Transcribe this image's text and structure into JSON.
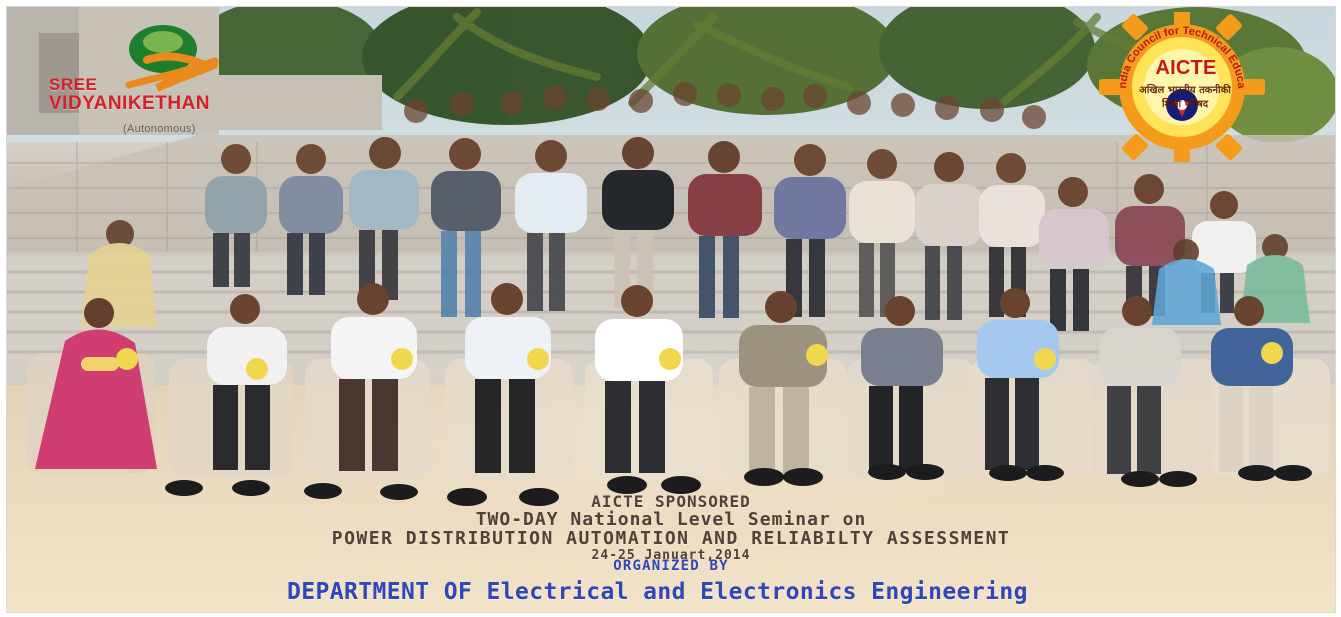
{
  "image": {
    "logos": {
      "left": {
        "line1": "SREE",
        "line2": "VIDYANIKETHAN",
        "subtext": "(Autonomous)"
      },
      "right": {
        "title": "AICTE",
        "hindi": "अखिल भारतीय तकनीकी शिक्षा परिषद",
        "arc": "All India Council for Technical Education"
      }
    },
    "caption": {
      "line1": "AICTE SPONSORED",
      "line2": "TWO-DAY National Level Seminar on",
      "line3": "POWER DISTRIBUTION AUTOMATION AND RELIABILTY ASSESSMENT",
      "line4": "24-25 Januart,2014",
      "line5": "ORGANIZED BY",
      "line6": "DEPARTMENT OF Electrical and Electronics Engineering"
    }
  }
}
